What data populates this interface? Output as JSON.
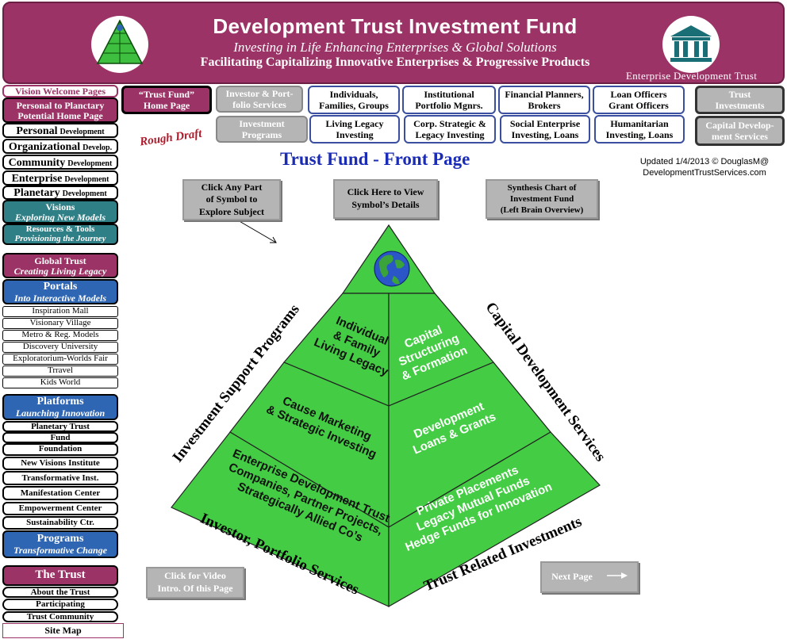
{
  "header": {
    "title": "Development Trust Investment Fund",
    "subtitle1": "Investing in Life Enhancing Enterprises & Global Solutions",
    "subtitle2": "Facilitating Capitalizing Innovative Enterprises & Progressive Products",
    "right_label": "Enterprise Development Trust"
  },
  "sidebar": {
    "vision_welcome": "Vision Welcome Pages",
    "personal_home_1": "Personal to Planctary",
    "personal_home_2": "Potential Home Page",
    "personal_dev_big": "Personal",
    "personal_dev_small": "Development",
    "org_dev_big": "Organizational",
    "org_dev_small": "Develop.",
    "community_dev_big": "Community",
    "community_dev_small": "Development",
    "enterprise_dev_big": "Enterprise",
    "enterprise_dev_small": "Development",
    "planetary_dev_big": "Planetary",
    "planetary_dev_small": "Development",
    "visions_1": "Visions",
    "visions_2": "Exploring New Models",
    "resources_1": "Resources & Tools",
    "resources_2": "Provisioning the Journey",
    "global_trust_1": "Global Trust",
    "global_trust_2": "Creating Living Legacy",
    "portals_1": "Portals",
    "portals_2": "Into Interactive Models",
    "portal_items": [
      "Inspiration Mall",
      "Visionary Village",
      "Metro & Reg. Models",
      "Discovery University",
      "Exploratorium-Worlds Fair",
      "Trravel",
      "Kids World"
    ],
    "platforms_1": "Platforms",
    "platforms_2": "Launching Innovation",
    "planetary_trust": "Planetary Trust",
    "fund": "Fund",
    "foundation": "Foundation",
    "new_visions": "New Visions Institute",
    "transformative_inst": "Transformative Inst.",
    "manifestation": "Manifestation Center",
    "empowerment": "Empowerment Center",
    "sustainability": "Sustainability Ctr.",
    "programs_1": "Programs",
    "programs_2": "Transformative Change",
    "the_trust": "The Trust",
    "about": "About the Trust",
    "participating": "Participating",
    "community": "Trust Community",
    "site_map": "Site Map"
  },
  "nav": {
    "trust_fund_home_1": "“Trust Fund”",
    "trust_fund_home_2": "Home Page",
    "investor_1": "Investor & Port-",
    "investor_2": "folio Services",
    "investment_prog_1": "Investment",
    "investment_prog_2": "Programs",
    "individuals_1": "Individuals,",
    "individuals_2": "Families, Groups",
    "living_legacy_1": "Living Legacy",
    "living_legacy_2": "Investing",
    "institutional_1": "Institutional",
    "institutional_2": "Portfolio Mgnrs.",
    "corp_1": "Corp. Strategic &",
    "corp_2": "Legacy Investing",
    "financial_1": "Financial Planners,",
    "financial_2": "Brokers",
    "social_1": "Social Enterprise",
    "social_2": "Investing, Loans",
    "loan_1": "Loan Officers",
    "loan_2": "Grant Officers",
    "humanitarian_1": "Humanitarian",
    "humanitarian_2": "Investing, Loans",
    "trust_inv_1": "Trust",
    "trust_inv_2": "Investments",
    "capital_1": "Capital Develop-",
    "capital_2": "ment Services"
  },
  "main": {
    "rough_draft": "Rough Draft",
    "page_title": "Trust Fund - Front Page",
    "updated_1": "Updated 1/4/2013  © DouglasM@",
    "updated_2": "DevelopmentTrustServices.com",
    "click_any_1": "Click Any Part",
    "click_any_2": "of Symbol to",
    "click_any_3": "Explore Subject",
    "click_here_1": "Click Here to View",
    "click_here_2": "Symbol’s Details",
    "synthesis_1": "Synthesis Chart of",
    "synthesis_2": "Investment Fund",
    "synthesis_3": "(Left Brain Overview)",
    "video_1": "Click for Video",
    "video_2": "Intro. Of this Page",
    "next_page": "Next Page"
  },
  "pyramid": {
    "left_top": [
      "Individual",
      "& Family",
      "Living Legacy"
    ],
    "left_mid": [
      "Cause Marketing",
      "& Strategic Investing"
    ],
    "left_bot": [
      "Enterprise Development Trust",
      "Companies, Partner Projects,",
      "Strategically Allied Co’s"
    ],
    "right_top": [
      "Capital",
      "Structuring",
      "& Formation"
    ],
    "right_mid": [
      "Development",
      "Loans & Grants"
    ],
    "right_bot": [
      "Private Placements",
      "Legacy Mutual Funds",
      "Hedge Funds for Innovation"
    ],
    "side_left": "Investment Support Programs",
    "side_right": "Capital Development Services",
    "bottom_left": "Investor, Portfolio Services",
    "bottom_right": "Trust Related Investments"
  },
  "colors": {
    "magenta": "#9c3366",
    "teal": "#2f7f86",
    "blue": "#2f66b3",
    "green": "#44cc44",
    "title_blue": "#1a2cb5"
  }
}
